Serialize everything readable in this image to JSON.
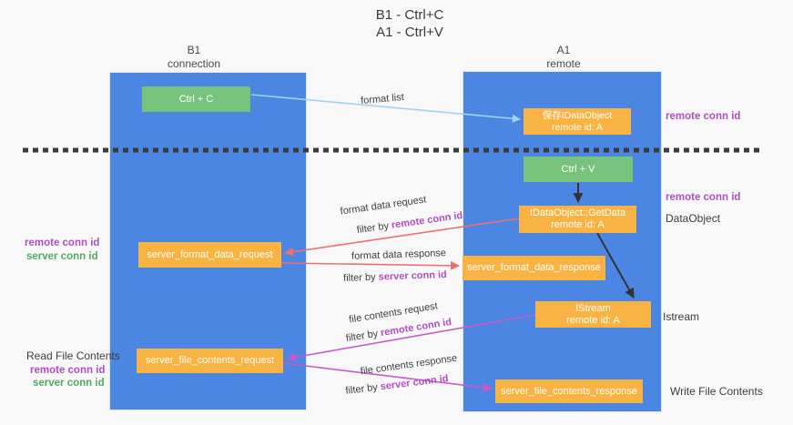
{
  "title": {
    "line1": "B1 - Ctrl+C",
    "line2": "A1 - Ctrl+V"
  },
  "columns": {
    "left": {
      "name": "B1",
      "role": "connection"
    },
    "right": {
      "name": "A1",
      "role": "remote"
    }
  },
  "nodes": {
    "ctrl_c": {
      "label": "Ctrl + C"
    },
    "save_dataobject": {
      "line1": "保存IDataObject",
      "line2": "remote id: A"
    },
    "ctrl_v": {
      "label": "Ctrl + V"
    },
    "getdata": {
      "line1": "IDataObject::GetData",
      "line2": "remote id: A"
    },
    "format_request": {
      "label": "server_format_data_request"
    },
    "format_response": {
      "label": "server_format_data_response"
    },
    "istream": {
      "line1": "IStream",
      "line2": "remote id: A"
    },
    "file_request": {
      "label": "server_file_contents_request"
    },
    "file_response": {
      "label": "server_file_contents_response"
    }
  },
  "right_labels": {
    "remote_conn_id_top": "remote conn id",
    "remote_conn_id_mid": "remote conn id",
    "dataobject": "DataObject",
    "istream": "Istream",
    "write_file_contents": "Write File Contents"
  },
  "left_labels": {
    "remote_conn_id_format": "remote conn id",
    "server_conn_id_format": "server conn id",
    "read_file_contents": "Read File Contents",
    "remote_conn_id_file": "remote conn id",
    "server_conn_id_file": "server conn id"
  },
  "edge_labels": {
    "format_list": "format list",
    "format_data_request": "format data request",
    "format_data_response": "format data response",
    "file_contents_request": "file contents request",
    "file_contents_response": "file contents response",
    "filter_by": "filter by",
    "remote_conn_id": "remote conn id",
    "server_conn_id": "server conn id"
  },
  "colors": {
    "column_blue": "#4b87e2",
    "node_orange": "#f9b342",
    "node_green": "#77c37c",
    "conn_purple": "#ad4fc0",
    "conn_green": "#55aa5f",
    "arrow_red": "#ee6f6f",
    "arrow_magenta": "#c95ac9",
    "arrow_light_blue": "#a3d3f2",
    "arrow_black": "#333333",
    "dashed_line": "#3a3a3a"
  }
}
